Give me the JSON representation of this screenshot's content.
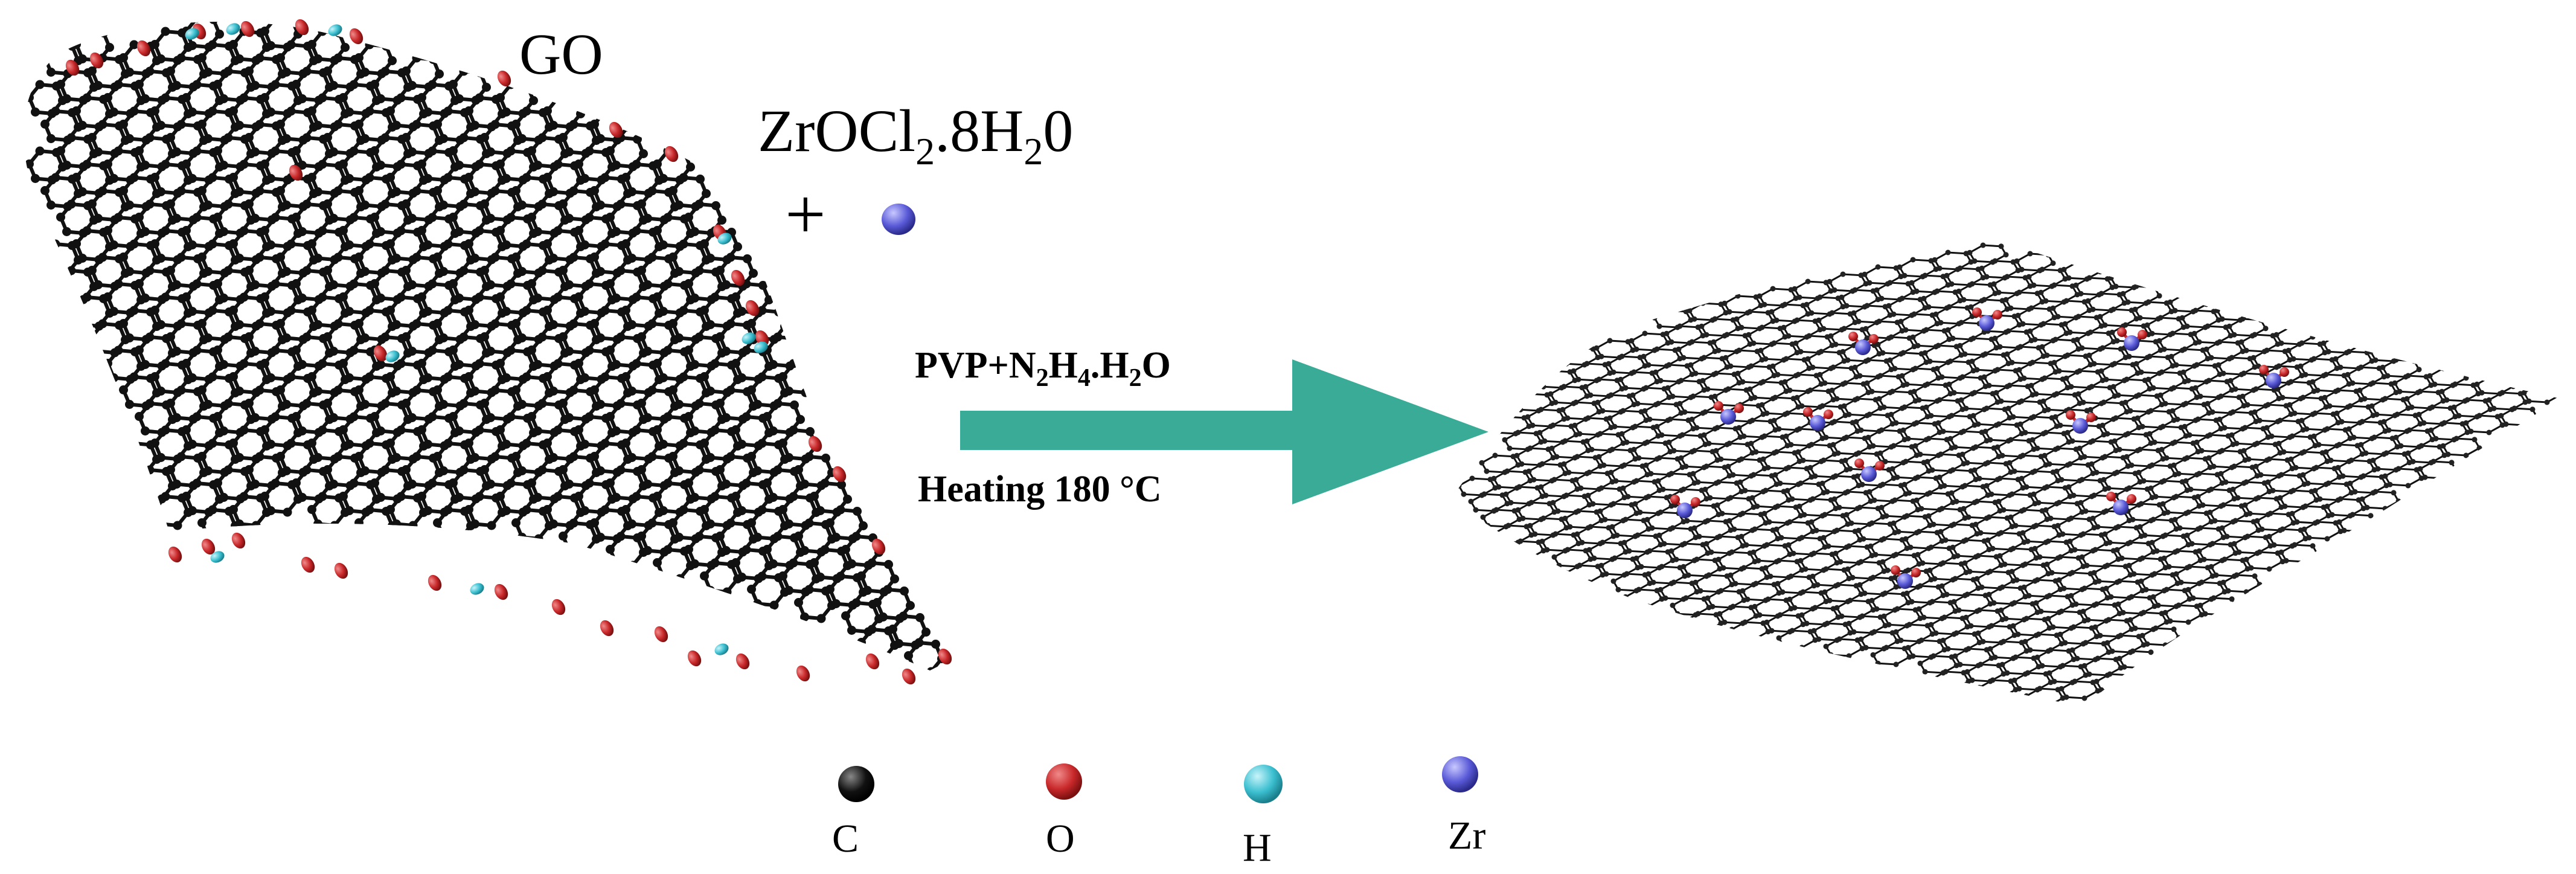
{
  "labels": {
    "go": "GO",
    "precursor_main": "ZrOCl",
    "precursor_sub1": "2",
    "precursor_rest": ".8H",
    "precursor_sub2": "2",
    "precursor_end": "0",
    "plus": "+"
  },
  "arrow": {
    "reagent_a": "PVP+N",
    "reagent_sub1": "2",
    "reagent_b": "H",
    "reagent_sub2": "4",
    "reagent_c": ".H",
    "reagent_sub3": "2",
    "reagent_d": "O",
    "condition": "Heating",
    "temperature": "180 °C"
  },
  "legend": [
    {
      "label": "C",
      "color": "#111111"
    },
    {
      "label": "O",
      "color": "#c8282a"
    },
    {
      "label": "H",
      "color": "#3bbfd0"
    },
    {
      "label": "Zr",
      "color": "#5a5ad8"
    }
  ],
  "colors": {
    "carbon": "#111111",
    "oxygen": "#cc2a2a",
    "hydrogen": "#3bbfd0",
    "zirconium": "#5a5ad8",
    "arrow": "#3aab97"
  }
}
